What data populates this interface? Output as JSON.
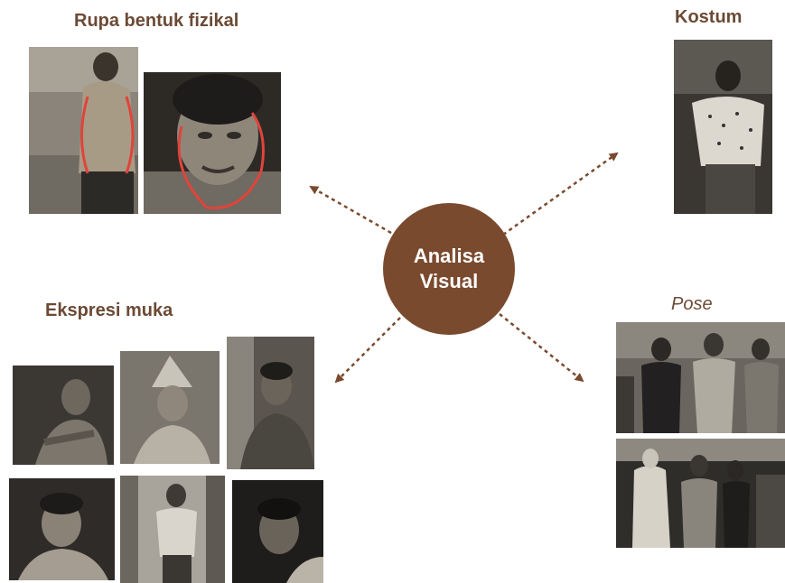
{
  "center": {
    "line1": "Analisa",
    "line2": "Visual",
    "color": "#7a4a2e"
  },
  "labels": {
    "rupa": "Rupa bentuk fizikal",
    "kostum": "Kostum",
    "ekspresi": "Ekspresi muka",
    "pose": "Pose"
  },
  "colors": {
    "label": "#6b4a35",
    "arrow": "#7a4a2e",
    "outline": "#e0443a"
  }
}
